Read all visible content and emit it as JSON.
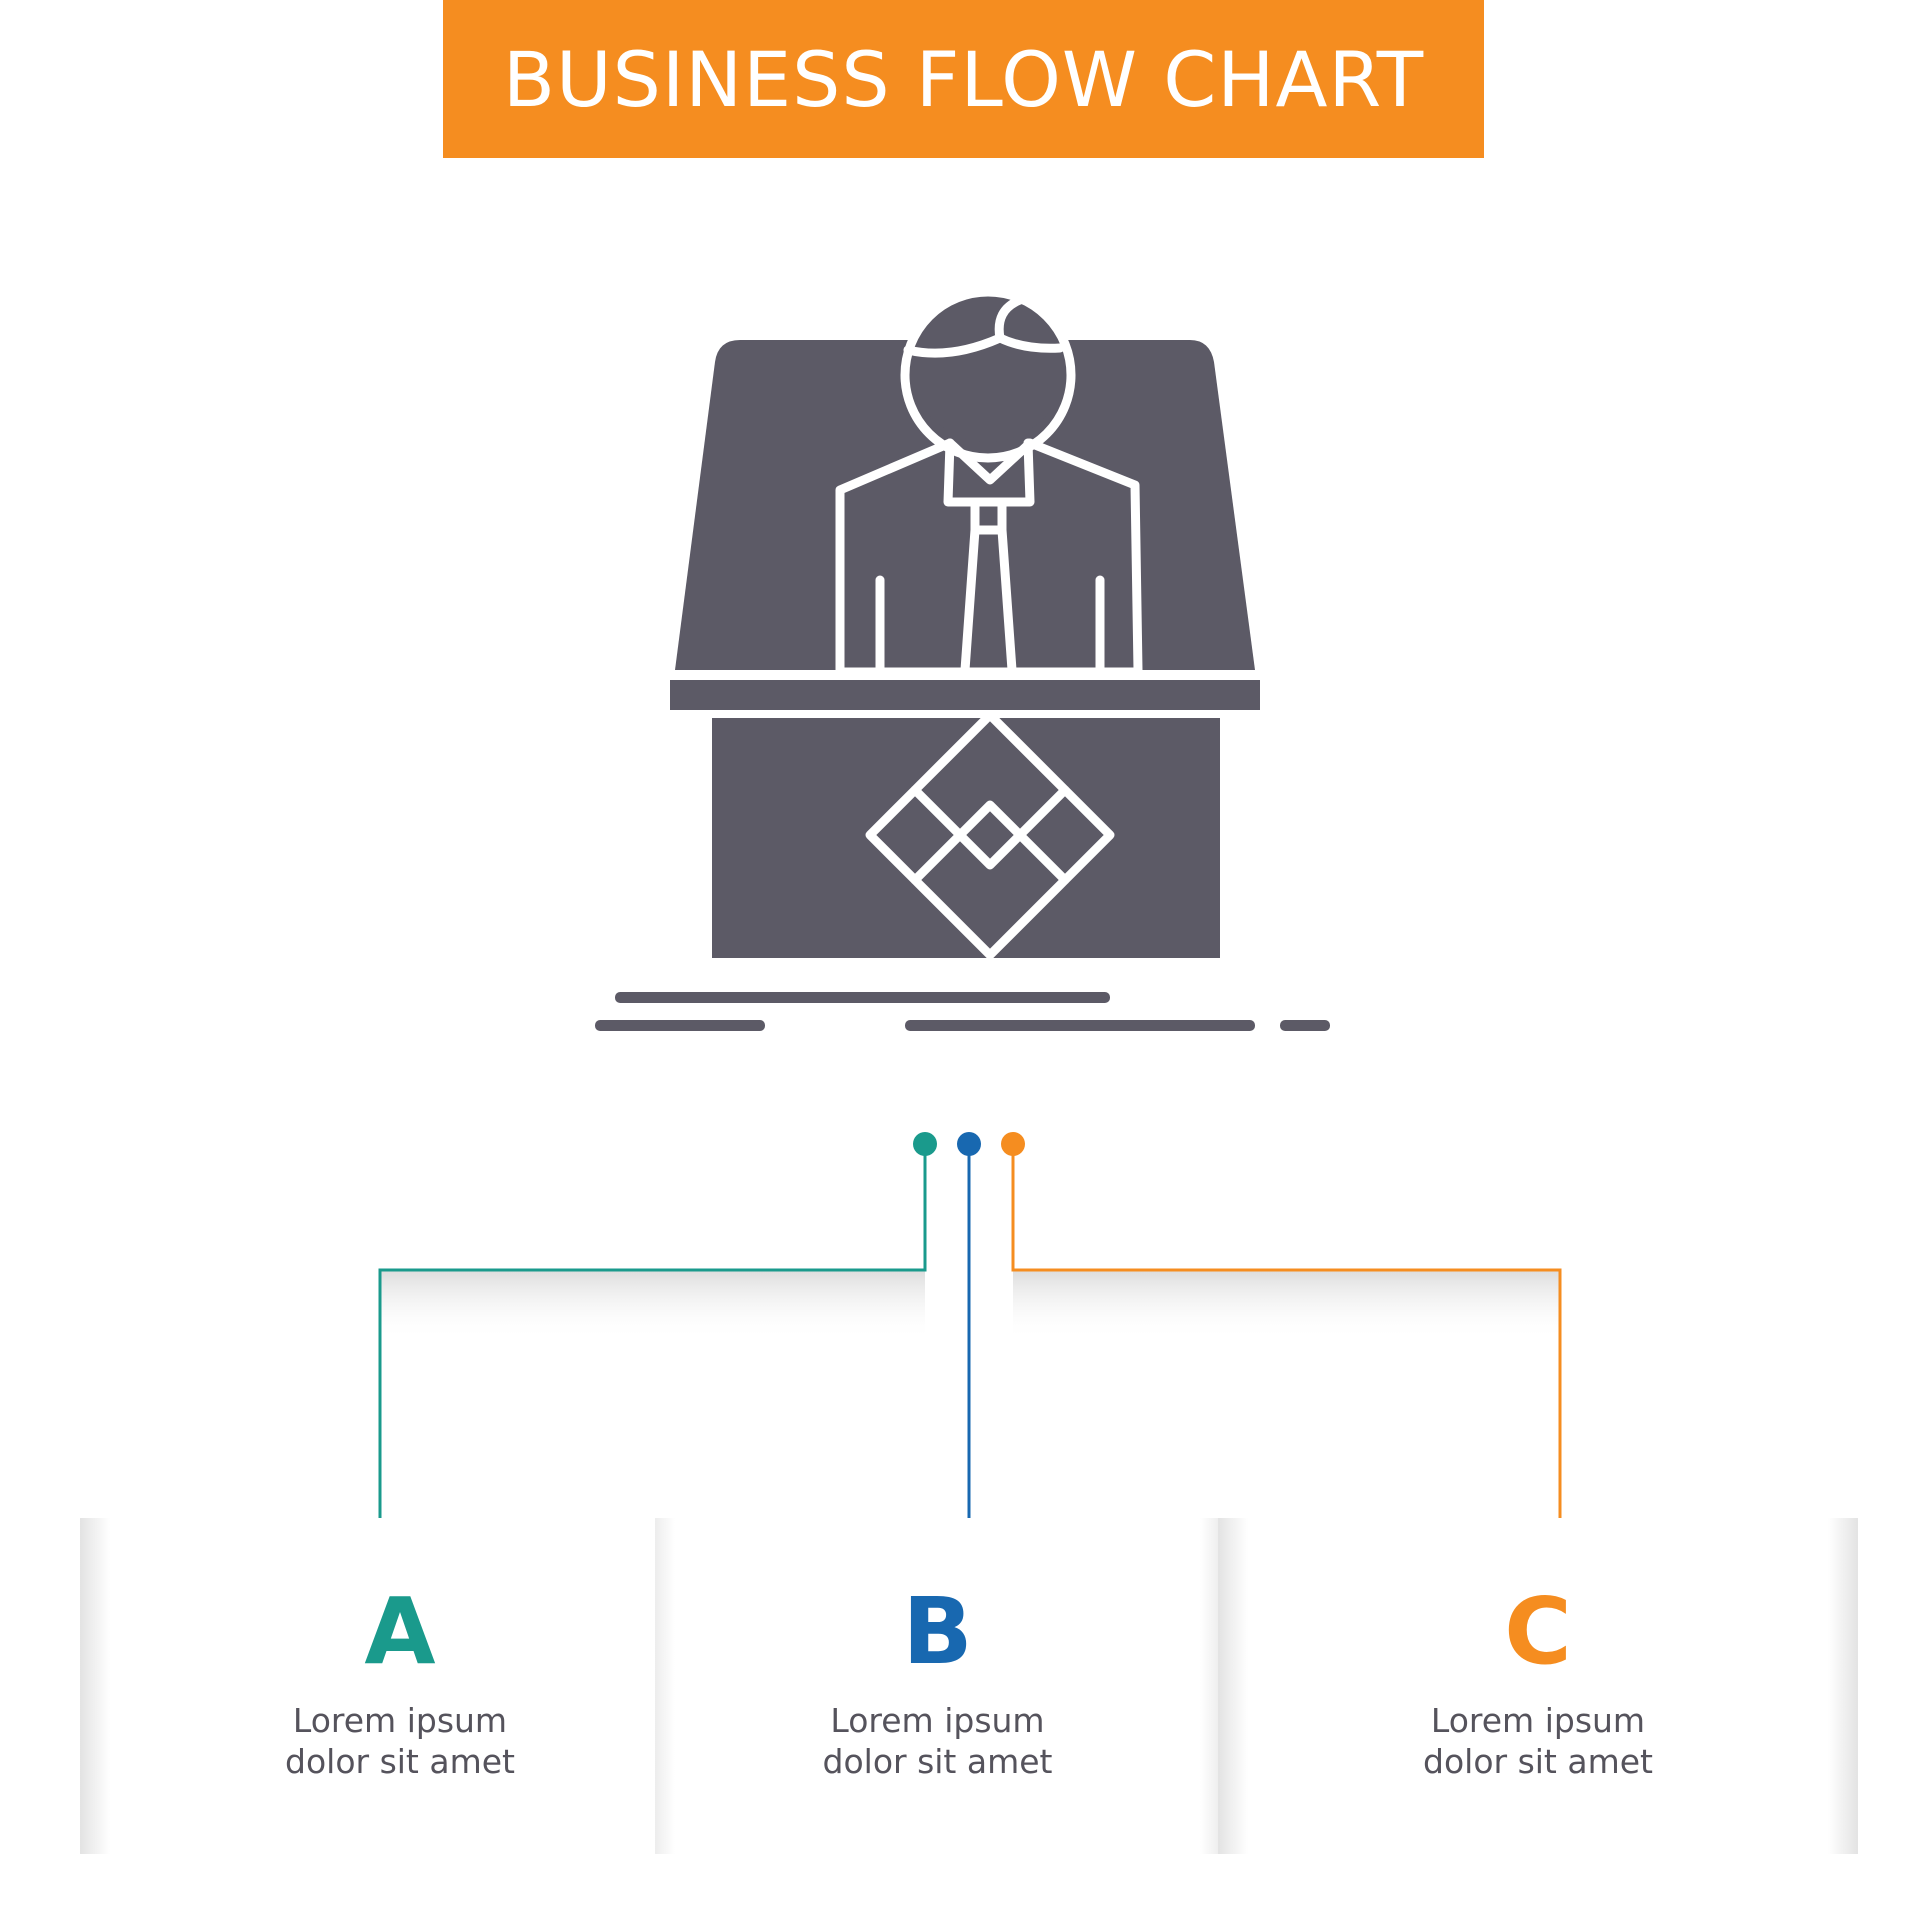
{
  "header": {
    "title": "BUSINESS FLOW CHART"
  },
  "hero": {
    "icon": "businessman-at-desk-icon"
  },
  "colors": {
    "banner": "#f58d20",
    "teal": "#1a9a8c",
    "blue": "#1868b0",
    "orange": "#f58d20",
    "icon": "#5c5a66",
    "text": "#55535c"
  },
  "steps": [
    {
      "letter": "A",
      "line1": "Lorem ipsum",
      "line2": "dolor sit amet"
    },
    {
      "letter": "B",
      "line1": "Lorem ipsum",
      "line2": "dolor sit amet"
    },
    {
      "letter": "C",
      "line1": "Lorem ipsum",
      "line2": "dolor sit amet"
    }
  ]
}
